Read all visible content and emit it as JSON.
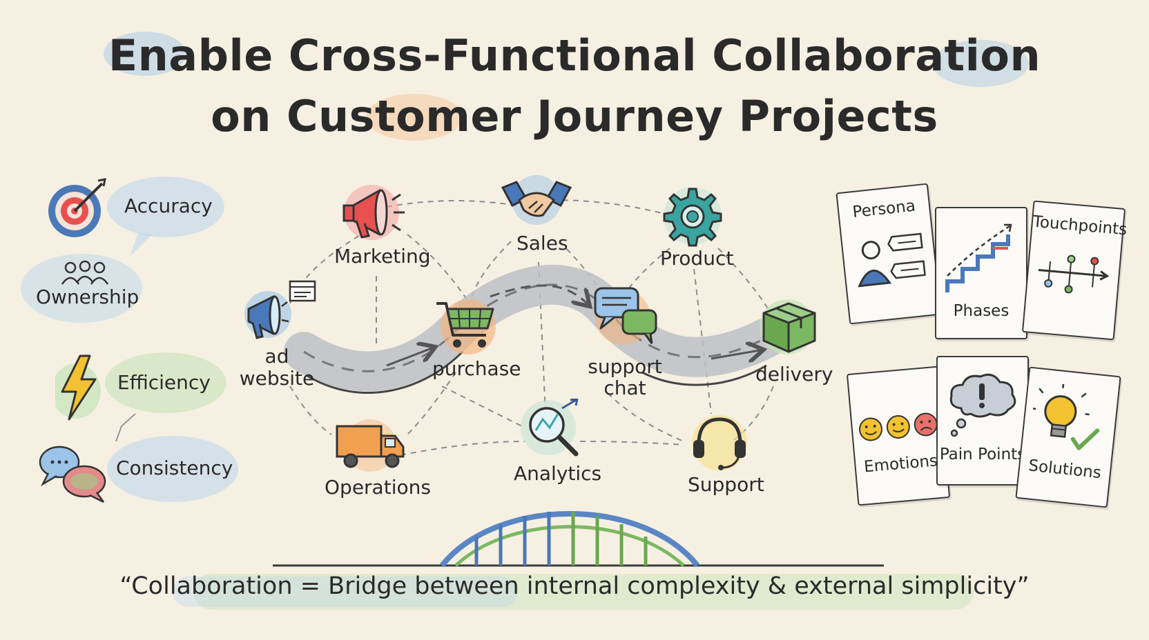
{
  "title": {
    "line1": "Enable Cross-Functional Collaboration",
    "line2": "on Customer Journey Projects"
  },
  "values": [
    {
      "label": "Accuracy",
      "icon": "target-icon",
      "color": "#e8504f"
    },
    {
      "label": "Ownership",
      "icon": "people-icon",
      "color": "#4a78b8"
    },
    {
      "label": "Efficiency",
      "icon": "lightning-icon",
      "color": "#f2c230"
    },
    {
      "label": "Consistency",
      "icon": "chat-bubbles-icon",
      "color": "#e38a8a"
    }
  ],
  "teams": {
    "marketing": "Marketing",
    "sales": "Sales",
    "product": "Product",
    "operations": "Operations",
    "analytics": "Analytics",
    "support": "Support"
  },
  "journey": {
    "ad_website_line1": "ad",
    "ad_website_line2": "website",
    "purchase": "purchase",
    "support_chat_line1": "support",
    "support_chat_line2": "chat",
    "delivery": "delivery"
  },
  "cards": {
    "persona": "Persona",
    "phases": "Phases",
    "touchpoints": "Touchpoints",
    "emotions": "Emotions",
    "pain_points": "Pain Points",
    "solutions": "Solutions"
  },
  "quote": "“Collaboration = Bridge between internal complexity & external simplicity”",
  "colors": {
    "background": "#f6f0e2",
    "accent_blue": "#4a78b8",
    "accent_green": "#7cb861",
    "accent_orange": "#f0a050",
    "accent_red": "#e8504f",
    "accent_yellow": "#f2c230",
    "accent_teal": "#3aa5a0"
  }
}
